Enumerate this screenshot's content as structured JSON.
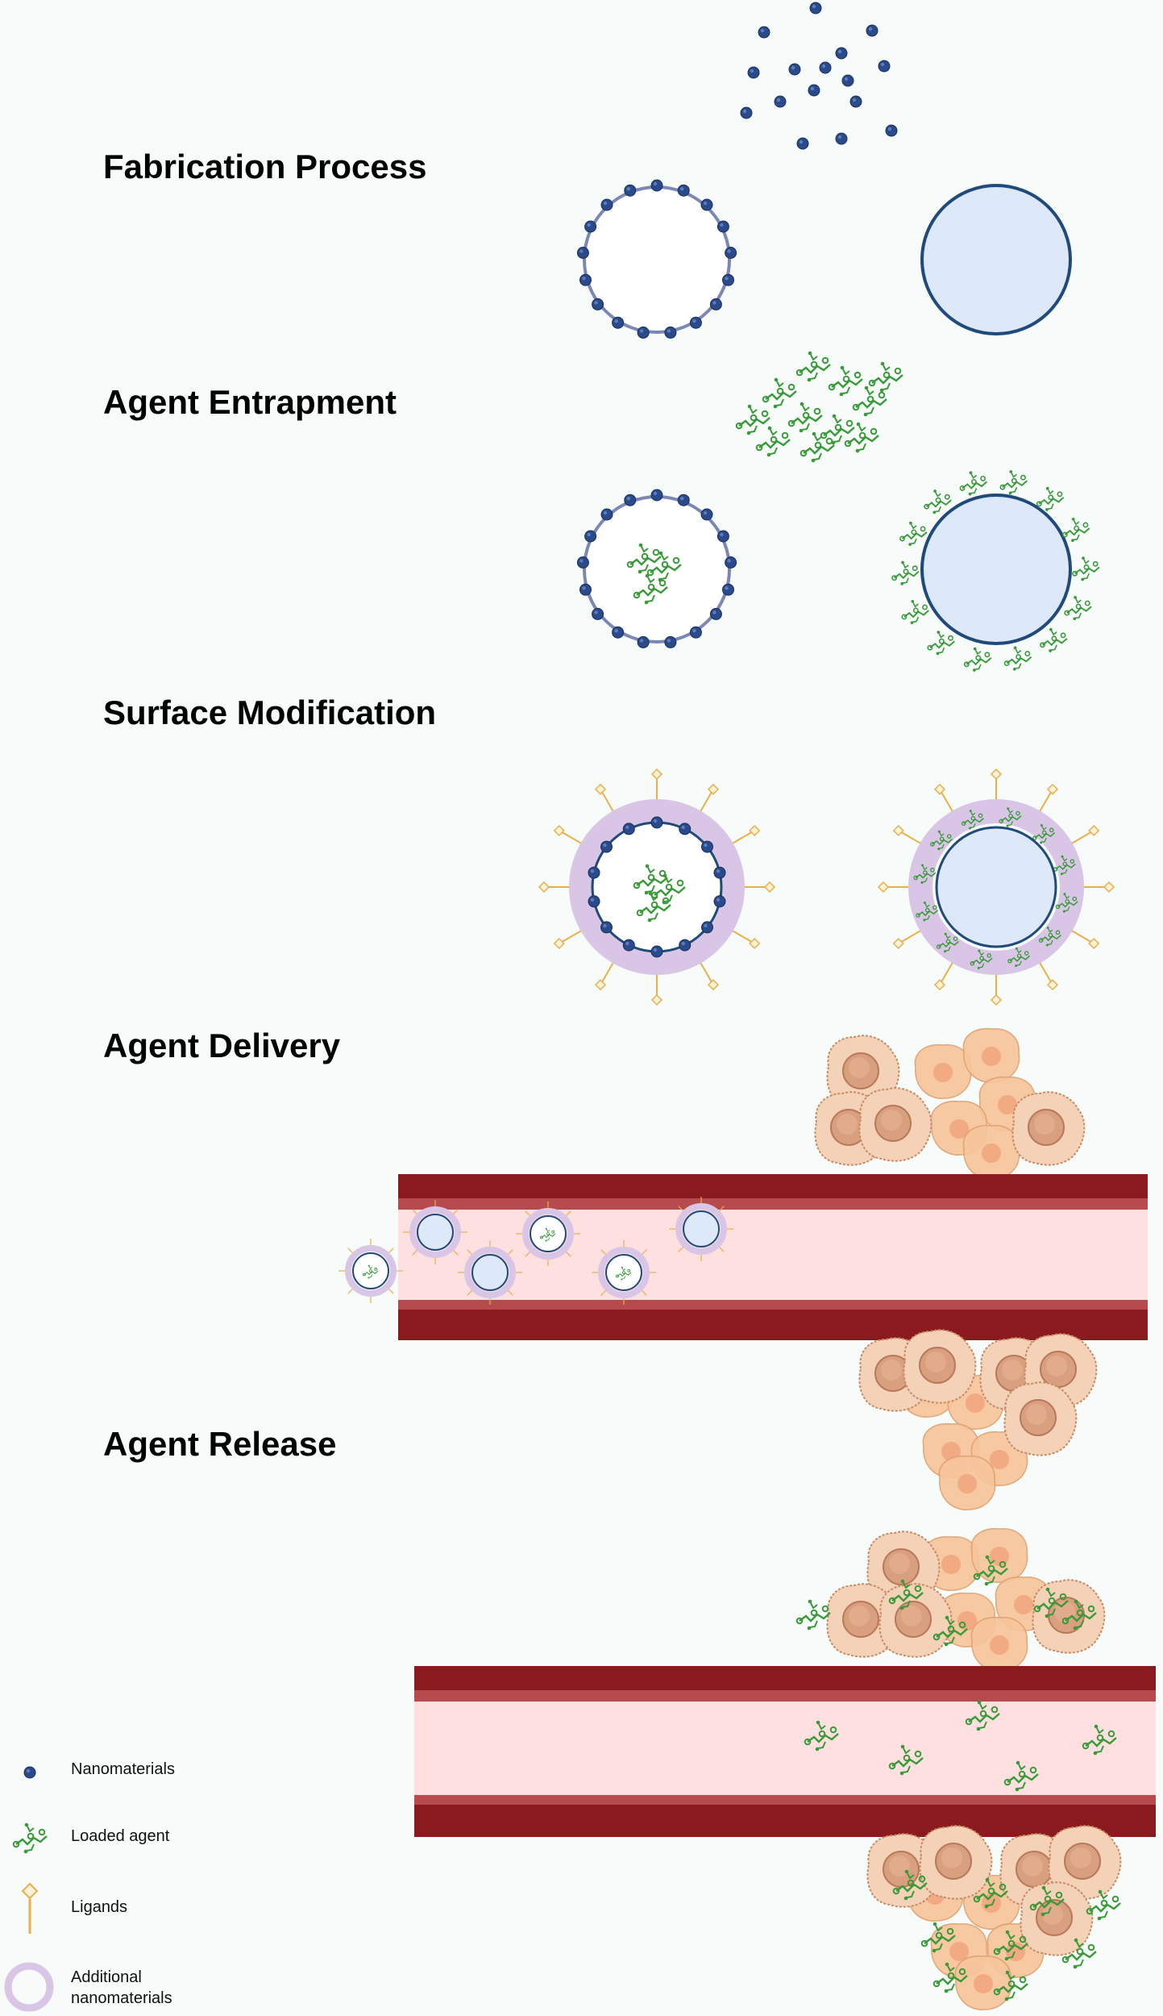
{
  "stages": [
    {
      "title": "Fabrication Process"
    },
    {
      "title": "Agent Entrapment"
    },
    {
      "title": "Surface Modification"
    },
    {
      "title": "Agent Delivery"
    },
    {
      "title": "Agent Release"
    }
  ],
  "legend": {
    "nanomaterials": "Nanomaterials",
    "loaded_agent": "Loaded agent",
    "ligands": "Ligands",
    "additional_line1": "Additional",
    "additional_line2": "nanomaterials"
  },
  "colors": {
    "nanomaterial": "#2b4a8a",
    "agent": "#3a9a3a",
    "ligand": "#e8b04a",
    "coating": "#d9c6e6",
    "vesicle_fill": "#dde9f8",
    "vessel_wall": "#8b1a1e",
    "vessel_lumen": "#fde0df",
    "tumor": "#f2c4a0"
  }
}
